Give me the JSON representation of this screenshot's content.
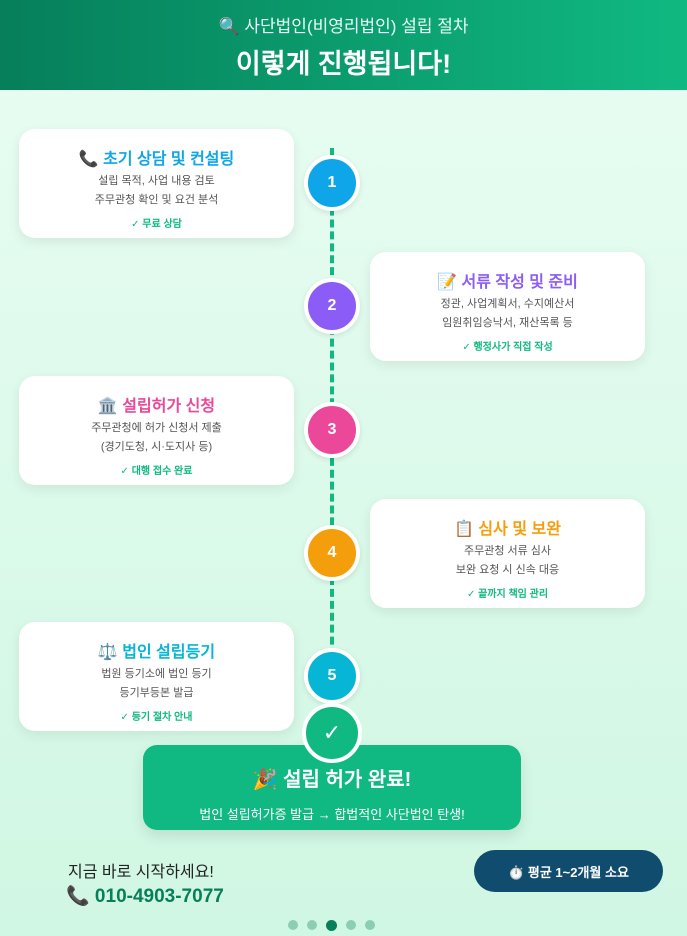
{
  "header": {
    "subtitle": "🔍 사단법인(비영리법인) 설립 절차",
    "title": "이렇게 진행됩니다!"
  },
  "steps": [
    {
      "number": "1",
      "title": "📞 초기 상담 및 컨설팅",
      "lines": [
        "설립 목적, 사업 내용 검토",
        "주무관청 확인 및 요건 분석"
      ],
      "badge": "✓ 무료 상담",
      "color": "#0ea5e9"
    },
    {
      "number": "2",
      "title": "📝 서류 작성 및 준비",
      "lines": [
        "정관, 사업계획서, 수지예산서",
        "임원취임승낙서, 재산목록 등"
      ],
      "badge": "✓ 행정사가 직접 작성",
      "color": "#8b5cf6"
    },
    {
      "number": "3",
      "title": "🏛️ 설립허가 신청",
      "lines": [
        "주무관청에 허가 신청서 제출",
        "(경기도청, 시·도지사 등)"
      ],
      "badge": "✓ 대행 접수 완료",
      "color": "#ec4899"
    },
    {
      "number": "4",
      "title": "📋 심사 및 보완",
      "lines": [
        "주무관청 서류 심사",
        "보완 요청 시 신속 대응"
      ],
      "badge": "✓ 끝까지 책임 관리",
      "color": "#f59e0b"
    },
    {
      "number": "5",
      "title": "⚖️ 법인 설립등기",
      "lines": [
        "법원 등기소에 법인 등기",
        "등기부등본 발급"
      ],
      "badge": "✓ 등기 절차 안내",
      "color": "#06b6d4"
    }
  ],
  "complete": {
    "check": "✓",
    "title": "🎉 설립 허가 완료!",
    "subtitle": "법인 설립허가증 발급 → 합법적인 사단법인 탄생!"
  },
  "footer": {
    "cta": "지금 바로 시작하세요!",
    "phone": "📞 010-4903-7077",
    "duration": "⏱️ 평균 1~2개월 소요"
  },
  "pagination": {
    "total": 5,
    "active": 3
  }
}
